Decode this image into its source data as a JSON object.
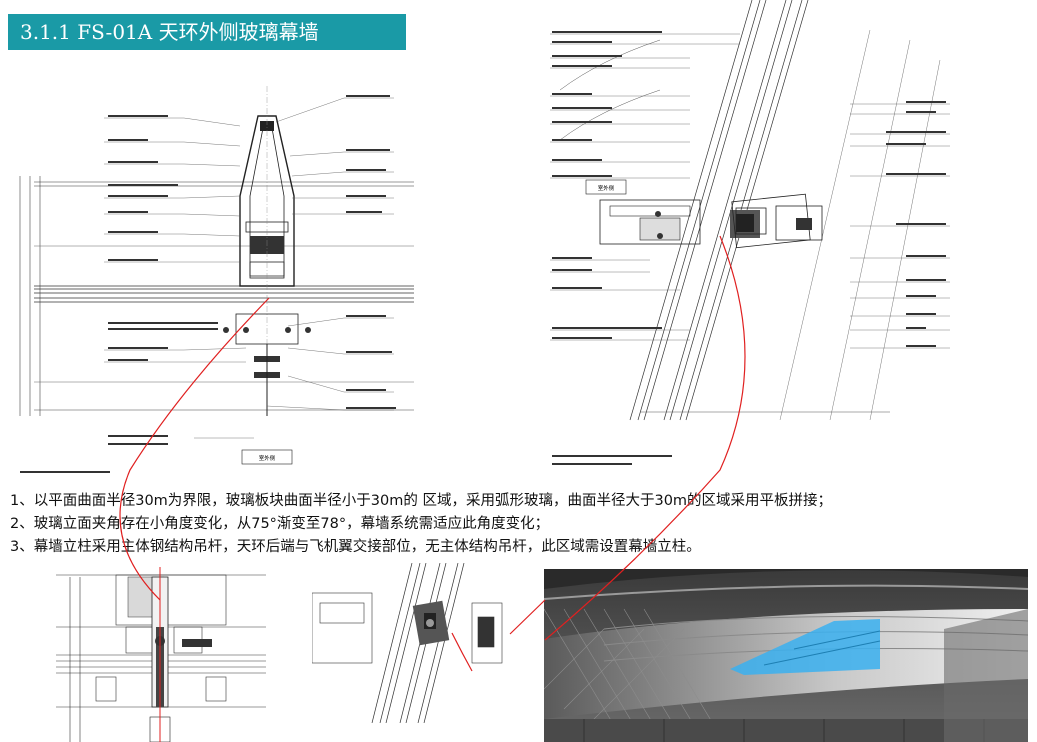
{
  "header": {
    "title": "3.1.1 FS-01A  天环外侧玻璃幕墙",
    "accent_color": "#1a9aa6"
  },
  "drawings": {
    "left_plan": {
      "caption": "室外侧"
    },
    "right_section": {
      "caption": "室外侧"
    }
  },
  "notes": [
    "1、以平面曲面半径30m为界限，玻璃板块曲面半径小于30m的 区域，采用弧形玻璃，曲面半径大于30m的区域采用平板拼接；",
    "2、玻璃立面夹角存在小角度变化，从75°渐变至78°，幕墙系统需适应此角度变化；",
    "3、幕墙立柱采用主体钢结构吊杆，天环后端与飞机翼交接部位，无主体结构吊杆，此区域需设置幕墙立柱。"
  ],
  "callout_color": "#e02020",
  "highlight_color": "#3ab0f0"
}
